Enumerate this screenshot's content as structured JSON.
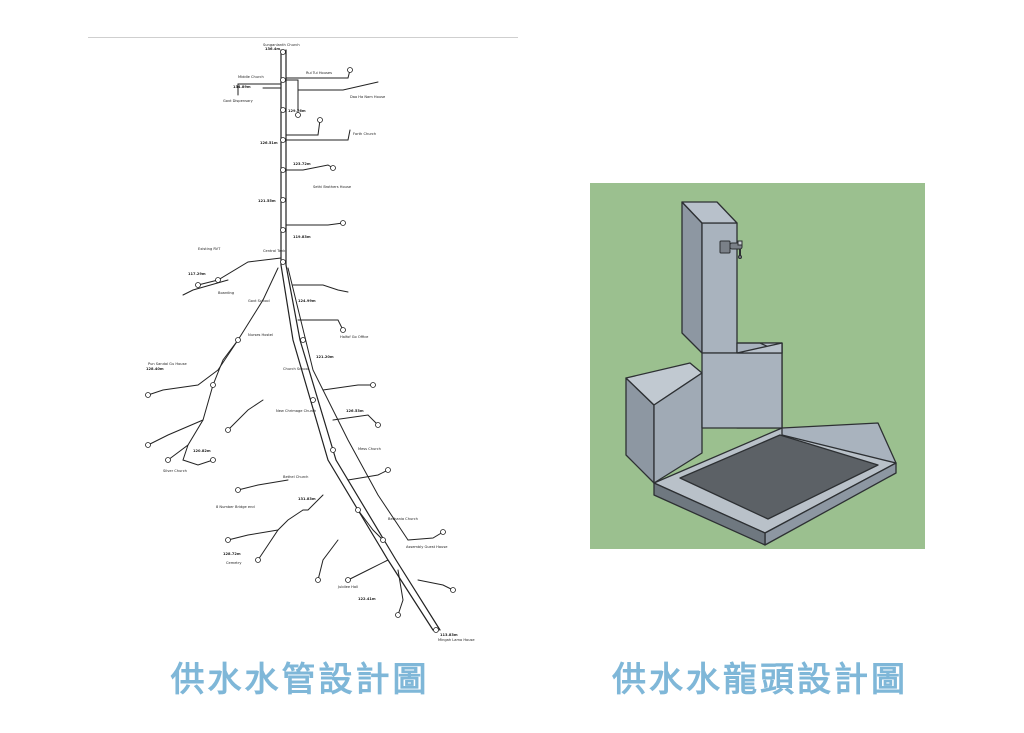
{
  "captions": {
    "left": "供水水管設計圖",
    "right": "供水水龍頭設計圖"
  },
  "colors": {
    "caption": "#7fb7d8",
    "panel_bg": "#9bc08f",
    "model_gray": "#a7b1bc",
    "model_dark": "#5c6166",
    "pipe": "#222222"
  },
  "diagram": {
    "labels": {
      "top_source": "Sunganlanth Church",
      "top_elev": "136.4m",
      "n_middle_church": "Middle Church",
      "n_rui_tui_house": "Rui Tui Houses",
      "n_govt_dispensary": "Govt Dispensary",
      "n_dao_house": "Dao Ha Nam House",
      "n_fourth_church": "Forth Church",
      "n_central_tank": "Central Tank",
      "n_existing_tank": "Existing RVT",
      "n_boarding": "Boarding",
      "n_govt_school": "Govt School",
      "n_sethi": "Sethi Brothers House",
      "n_office": "Halfof Go Office",
      "n_nurse": "Nurses Hostel",
      "n_church_school": "Church School",
      "n_new_church": "New Chrimage Church",
      "n_mess_church": "Mess Church",
      "n_pun_sandal": "Pun Sandal Gu House",
      "n_bethel": "Bethel Church",
      "n_number_bridge": "8 Number Bridge end",
      "n_ba_church": "Bethania Church",
      "n_assembly": "Assembly Guest House",
      "n_jubilee": "Jubilee Hall",
      "n_mingah": "Mingah Lamo House",
      "n_silve": "Silver Church",
      "n_cemetry": "Cemetry",
      "end_elev": "113.83m",
      "t1": "134.89m",
      "t2": "129.76m",
      "t3": "126.51m",
      "t4": "123.72m",
      "t5": "121.55m",
      "t6": "119.83m",
      "t7": "117.29m",
      "t8": "124.99m",
      "t9": "121.20m",
      "t10": "128.40m",
      "t11": "126.53m",
      "t12": "120.82m",
      "t13": "131.83m",
      "t14": "128.72m",
      "t15": "122.41m"
    }
  },
  "faucet_model": {
    "description_none": ""
  }
}
